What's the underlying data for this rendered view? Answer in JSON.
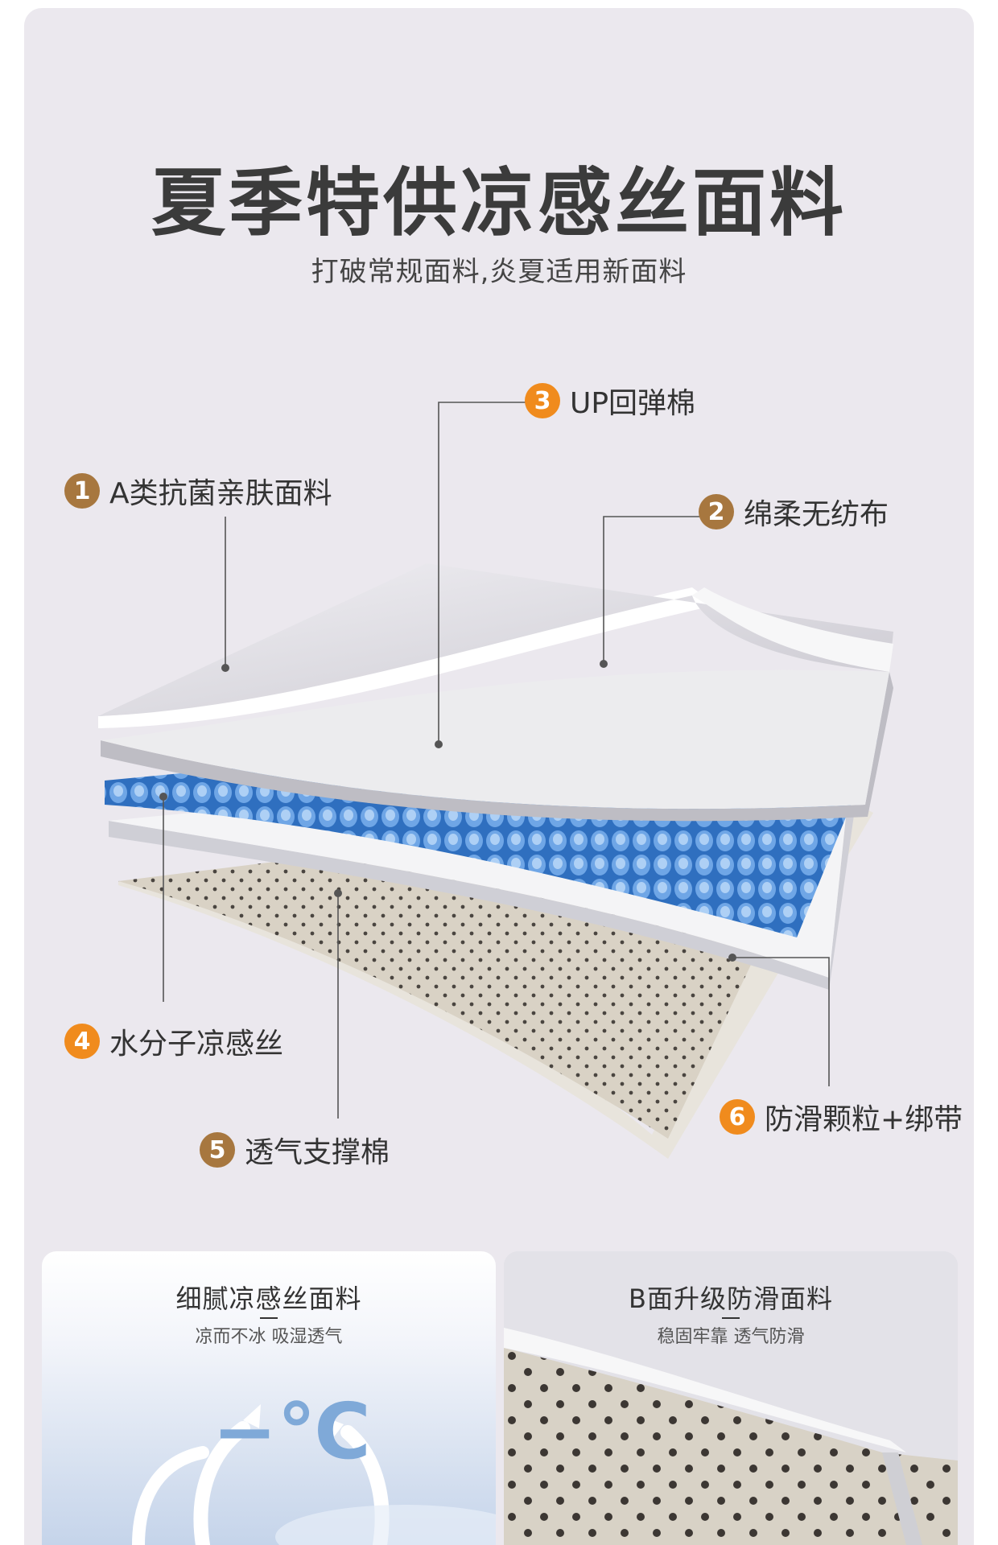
{
  "header": {
    "title": "夏季特供凉感丝面料",
    "subtitle": "打破常规面料,炎夏适用新面料"
  },
  "layers": [
    {
      "num": "1",
      "label": "A类抗菌亲肤面料",
      "color": "#a7773f"
    },
    {
      "num": "2",
      "label": "绵柔无纺布",
      "color": "#a7773f"
    },
    {
      "num": "3",
      "label": "UP回弹棉",
      "color": "#f08b1d"
    },
    {
      "num": "4",
      "label": "水分子凉感丝",
      "color": "#f08b1d"
    },
    {
      "num": "5",
      "label": "透气支撑棉",
      "color": "#a7773f"
    },
    {
      "num": "6",
      "label": "防滑颗粒+绑带",
      "color": "#f08b1d"
    }
  ],
  "cards": [
    {
      "title": "细腻凉感丝面料",
      "subtitle": "凉而不冰 吸湿透气",
      "symbol": "−℃"
    },
    {
      "title": "B面升级防滑面料",
      "subtitle": "稳固牢靠 透气防滑"
    }
  ],
  "colors": {
    "background": "#ebe8ee",
    "brown_badge": "#a7773f",
    "orange_badge": "#f08b1d",
    "cool_blue": "#3f82d4"
  }
}
